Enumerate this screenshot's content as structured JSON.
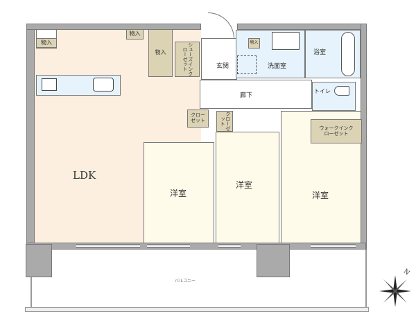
{
  "rooms": {
    "ldk": "LDK",
    "bedroom1": "洋室",
    "bedroom2": "洋室",
    "bedroom3": "洋室",
    "entrance": "玄関",
    "hallway": "廊下",
    "washroom": "洗面室",
    "bathroom": "浴室",
    "toilet": "トイレ",
    "balcony": "バルコニー"
  },
  "storage": {
    "storage_ldk": "物入",
    "storage_top": "物入",
    "storage_main": "物入",
    "storage_wash": "物入",
    "shoe_closet": "シューズインクローゼット",
    "closet1": "クローゼット",
    "closet2": "クローゼット",
    "walk_in_closet": "ウォークインクローゼット"
  },
  "compass": {
    "north_label": "N"
  }
}
